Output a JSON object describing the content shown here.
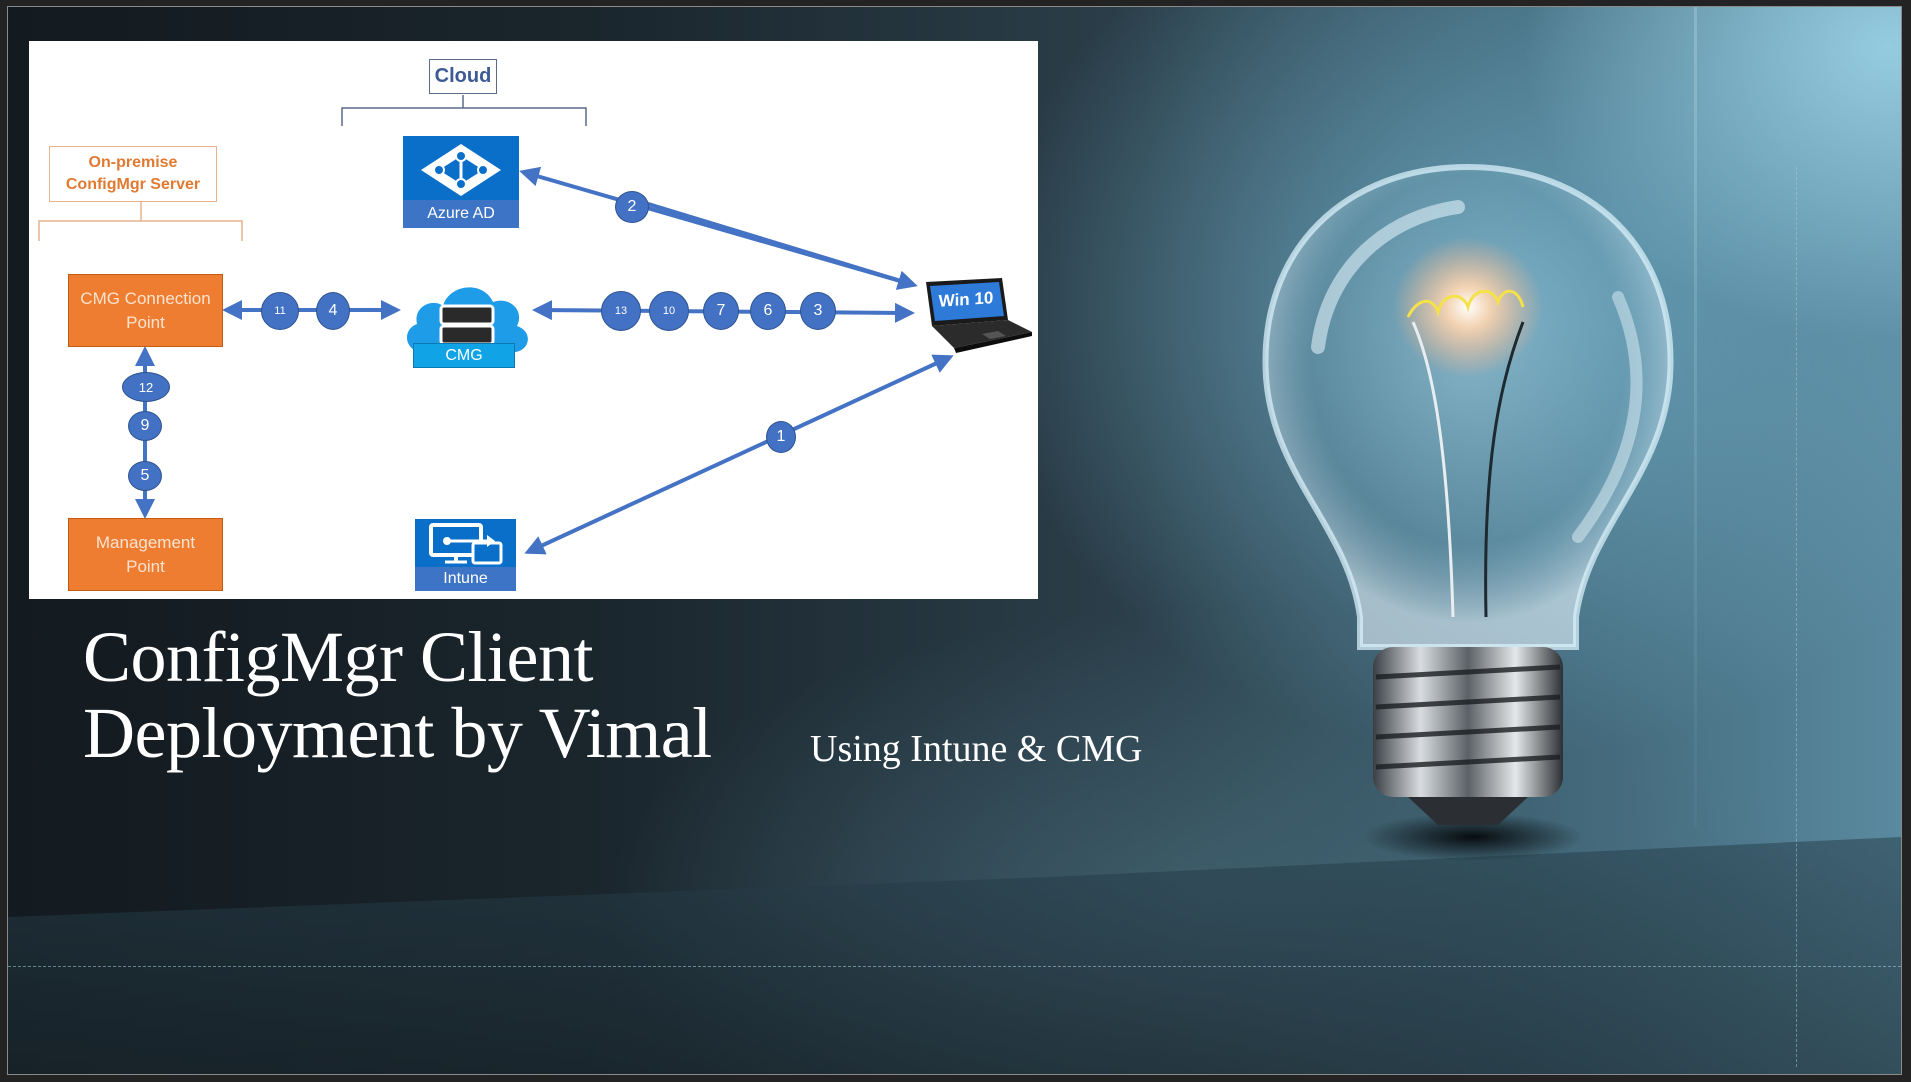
{
  "slide": {
    "title_line1": "ConfigMgr Client",
    "title_line2": "Deployment by Vimal",
    "subtitle": "Using Intune & CMG"
  },
  "diagram": {
    "groups": {
      "cloud": "Cloud",
      "onprem_line1": "On-premise",
      "onprem_line2": "ConfigMgr Server"
    },
    "nodes": {
      "cmg_connection_point_line1": "CMG Connection",
      "cmg_connection_point_line2": "Point",
      "management_point_line1": "Management",
      "management_point_line2": "Point",
      "azure_ad": "Azure AD",
      "cmg": "CMG",
      "intune": "Intune",
      "client": "Win 10"
    },
    "steps": {
      "cp_cmg": [
        "11",
        "4"
      ],
      "cmg_client": [
        "13",
        "10",
        "7",
        "6",
        "3"
      ],
      "cp_mp": [
        "12",
        "9",
        "5"
      ],
      "client_azure": "2",
      "client_intune": "1"
    },
    "edges": [
      {
        "from": "Win 10",
        "to": "Azure AD",
        "steps": [
          "2"
        ]
      },
      {
        "from": "CMG Connection Point",
        "to": "CMG",
        "steps": [
          "11",
          "4"
        ],
        "bidirectional": true
      },
      {
        "from": "CMG",
        "to": "Win 10",
        "steps": [
          "13",
          "10",
          "7",
          "6",
          "3"
        ],
        "bidirectional": true
      },
      {
        "from": "CMG Connection Point",
        "to": "Management Point",
        "steps": [
          "12",
          "9",
          "5"
        ],
        "bidirectional": true
      },
      {
        "from": "Intune",
        "to": "Win 10",
        "steps": [
          "1"
        ],
        "bidirectional": true
      }
    ],
    "colors": {
      "arrow": "#4472c4",
      "orange_box": "#ee7d31",
      "azure_tile": "#0a6fc9",
      "cmg_caption": "#10a4e6"
    }
  }
}
